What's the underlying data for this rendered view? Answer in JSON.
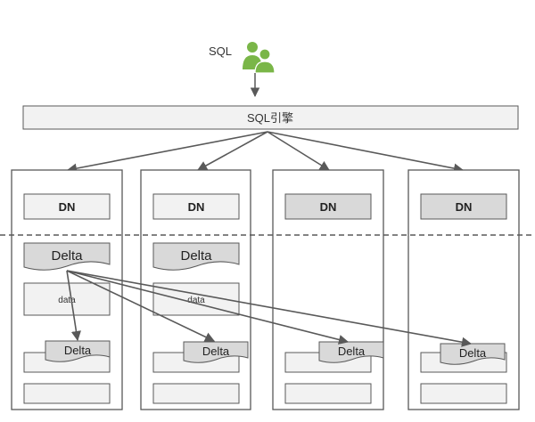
{
  "client": {
    "label": "SQL",
    "icon": "users-icon",
    "icon_color": "#7ab648"
  },
  "engine": {
    "label": "SQL引擎"
  },
  "nodes": [
    {
      "dn_label": "DN",
      "delta_label": "Delta",
      "data_label": "data",
      "row_delta_label": ""
    },
    {
      "dn_label": "DN",
      "delta_label": "Delta",
      "data_label": "data",
      "row_delta_label": "Delta"
    },
    {
      "dn_label": "DN",
      "delta_label": "",
      "data_label": "",
      "row_delta_label": "Delta"
    },
    {
      "dn_label": "DN",
      "delta_label": "",
      "data_label": "",
      "row_delta_label": "Delta"
    }
  ],
  "node0_row_delta_label": "Delta",
  "colors": {
    "box_fill": "#f2f2f2",
    "dn_fill_dark": "#d9d9d9",
    "stroke": "#595959",
    "arrow": "#595959"
  }
}
